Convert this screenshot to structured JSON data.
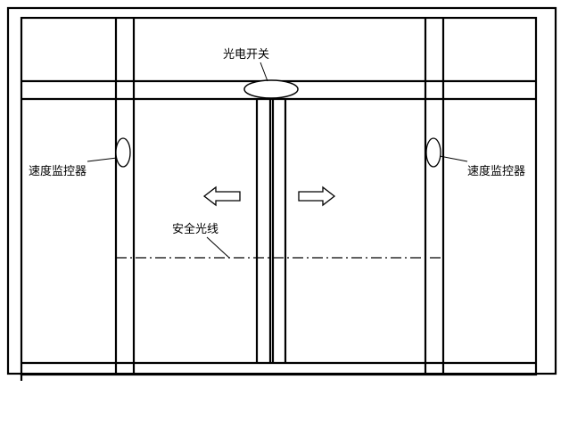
{
  "labels": {
    "photo_switch": "光电开关",
    "speed_monitor_left": "速度监控器",
    "speed_monitor_right": "速度监控器",
    "safety_beam": "安全光线"
  },
  "colors": {
    "stroke": "#000000",
    "background": "#ffffff"
  }
}
